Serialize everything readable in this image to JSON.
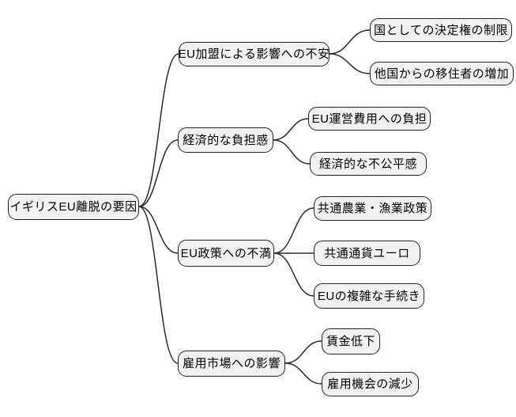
{
  "diagram": {
    "type": "mindmap",
    "title": "イギリスEU離脱の要因",
    "colors": {
      "background": "#ffffff",
      "node_fill": "#f1f1f1",
      "node_border": "#222222",
      "edge": "#2a2a2a",
      "text": "#000000"
    },
    "root": {
      "label": "イギリスEU離脱の要因"
    },
    "branches": [
      {
        "label": "EU加盟による影響への不安",
        "children": [
          {
            "label": "国としての決定権の制限"
          },
          {
            "label": "他国からの移住者の増加"
          }
        ]
      },
      {
        "label": "経済的な負担感",
        "children": [
          {
            "label": "EU運営費用への負担"
          },
          {
            "label": "経済的な不公平感"
          }
        ]
      },
      {
        "label": "EU政策への不満",
        "children": [
          {
            "label": "共通農業・漁業政策"
          },
          {
            "label": "共通通貨ユーロ"
          },
          {
            "label": "EUの複雑な手続き"
          }
        ]
      },
      {
        "label": "雇用市場への影響",
        "children": [
          {
            "label": "賃金低下"
          },
          {
            "label": "雇用機会の減少"
          }
        ]
      }
    ]
  }
}
